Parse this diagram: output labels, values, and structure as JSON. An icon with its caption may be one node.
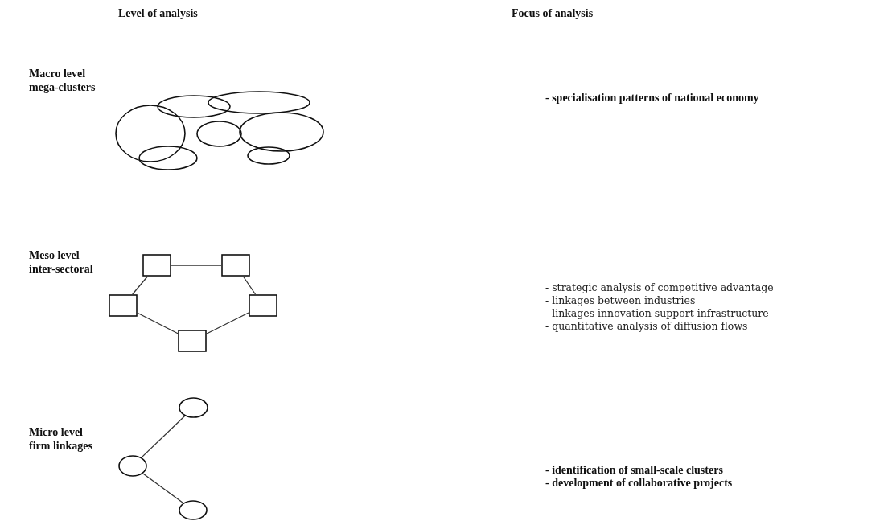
{
  "diagram": {
    "nodes": [
      {
        "text": [],
        "shape": "ellipse"
      },
      {
        "text": [],
        "shape": "ellipse"
      },
      {
        "text": [],
        "shape": "ellipse"
      },
      {
        "text": [],
        "shape": "ellipse"
      },
      {
        "text": [],
        "shape": "ellipse"
      },
      {
        "text": [],
        "shape": "ellipse"
      },
      {
        "text": [],
        "shape": "ellipse"
      },
      {
        "text": [],
        "shape": "box"
      },
      {
        "text": [],
        "shape": "box"
      },
      {
        "text": [],
        "shape": "box"
      },
      {
        "text": [],
        "shape": "box"
      },
      {
        "text": [],
        "shape": "box"
      },
      {
        "text": [],
        "shape": "circle"
      },
      {
        "text": [],
        "shape": "circle"
      },
      {
        "text": [],
        "shape": "circle"
      }
    ],
    "edges": [
      {
        "from": 8,
        "to": 10,
        "arrow": "none"
      },
      {
        "from": 8,
        "to": 7,
        "arrow": "none"
      },
      {
        "from": 10,
        "to": 11,
        "arrow": "none"
      },
      {
        "from": 7,
        "to": 9,
        "arrow": "none"
      },
      {
        "from": 9,
        "to": 11,
        "arrow": "none"
      },
      {
        "from": 12,
        "to": 13,
        "arrow": "none"
      },
      {
        "from": 12,
        "to": 14,
        "arrow": "none"
      }
    ],
    "labels": [
      "Level of analysis",
      "Focus of analysis",
      "Macro level mega-clusters",
      "- specialisation patterns of national economy",
      "Meso level inter-sectoral",
      "- strategic analysis of competitive advantage",
      "- linkages between industries",
      "- linkages innovation support infrastructure",
      "- quantitative analysis of diffusion flows",
      "Micro level firm linkages",
      "- identification of small-scale clusters",
      "- development of collaborative projects"
    ]
  }
}
